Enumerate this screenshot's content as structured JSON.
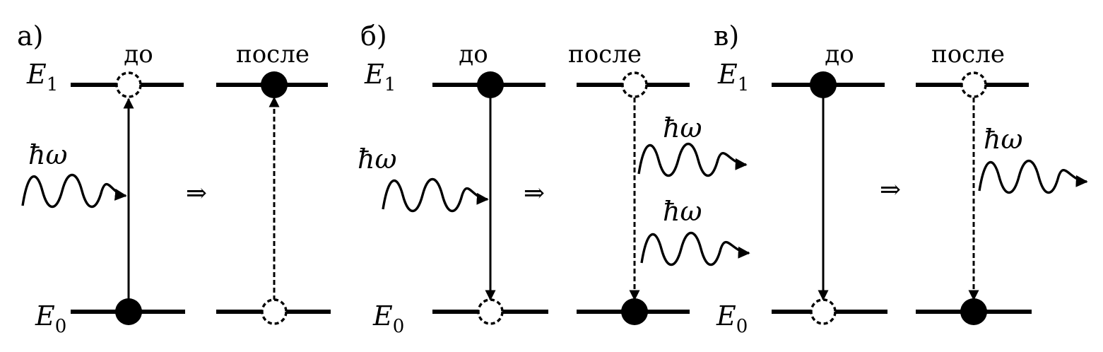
{
  "panels": [
    {
      "label": "а)",
      "before": "до",
      "after": "после",
      "e1": "E",
      "e1_sub": "1",
      "e0": "E",
      "e0_sub": "0",
      "photon_in": "ħω",
      "arrow": "⇒",
      "photons_out": []
    },
    {
      "label": "б)",
      "before": "до",
      "after": "после",
      "e1": "E",
      "e1_sub": "1",
      "e0": "E",
      "e0_sub": "0",
      "photon_in": "ħω",
      "arrow": "⇒",
      "photons_out": [
        "ħω",
        "ħω"
      ]
    },
    {
      "label": "в)",
      "before": "до",
      "after": "после",
      "e1": "E",
      "e1_sub": "1",
      "e0": "E",
      "e0_sub": "0",
      "photon_in": "",
      "arrow": "⇒",
      "photons_out": [
        "ħω"
      ]
    }
  ],
  "electron_states": {
    "a": {
      "before_upper": "empty",
      "before_lower": "filled",
      "after_upper": "filled",
      "after_lower": "empty"
    },
    "b": {
      "before_upper": "filled",
      "before_lower": "empty",
      "after_upper": "empty",
      "after_lower": "filled"
    },
    "c": {
      "before_upper": "filled",
      "before_lower": "empty",
      "after_upper": "empty",
      "after_lower": "filled"
    }
  }
}
